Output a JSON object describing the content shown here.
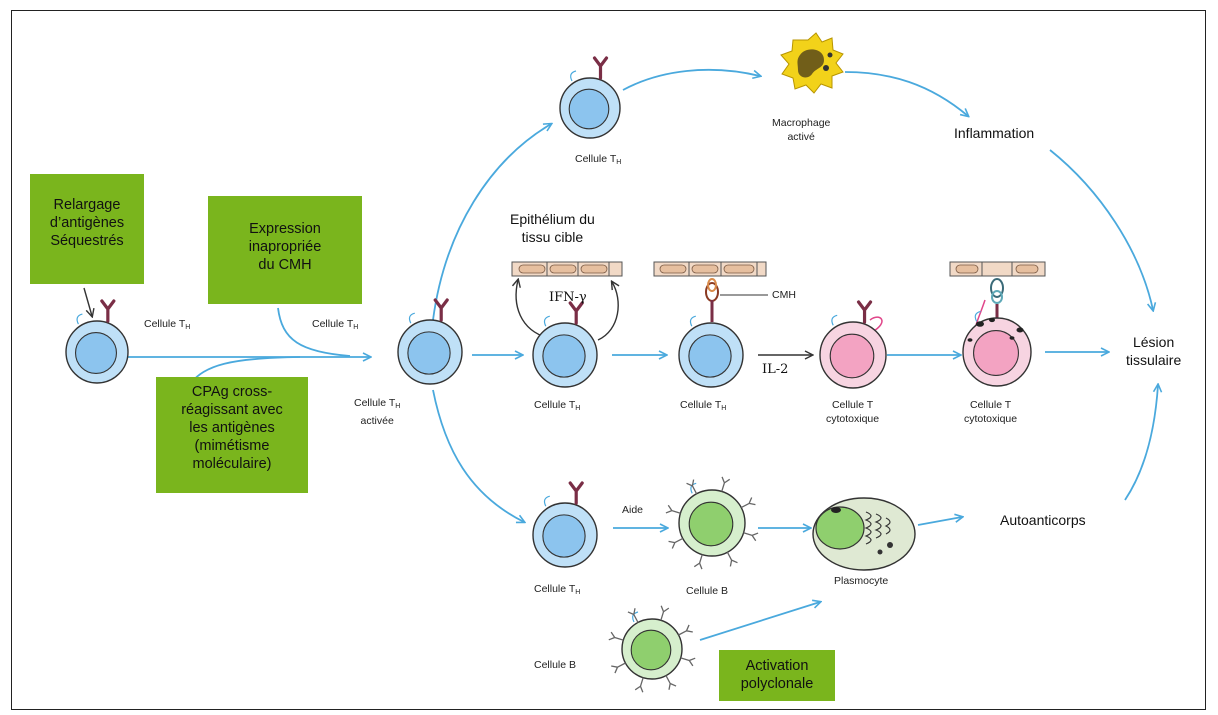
{
  "boxes": {
    "relargage": [
      "Relargage",
      "d’antigènes",
      "Séquestrés"
    ],
    "expression": [
      "Expression",
      "inapropriée",
      "du CMH"
    ],
    "cpag": [
      "CPAg cross-",
      "réagissant avec",
      "les antigènes",
      "(mimétisme",
      "moléculaire)"
    ],
    "activation": [
      "Activation",
      "polyclonale"
    ]
  },
  "labels": {
    "cellule": "Cellule T",
    "sub_h": "H",
    "activee": "activée",
    "cellule_t": "Cellule T",
    "cytotoxique": "cytotoxique",
    "cellule_b": "Cellule B",
    "macrophage": [
      "Macrophage",
      "activé"
    ],
    "plasmocyte": "Plasmocyte",
    "aide": "Aide",
    "cmh": "CMH",
    "il2": "IL-2",
    "ifn": "IFN-γ",
    "epithelium": [
      "Epithélium du",
      "tissu cible"
    ],
    "inflammation": "Inflammation",
    "autoanticorps": "Autoanticorps",
    "lesion": [
      "Lésion",
      "tissulaire"
    ]
  },
  "colors": {
    "arrow": "#4aa9dd",
    "box_green": "#7ab51d",
    "th_fill": "#bfe0f7",
    "th_nucleus": "#8cc4ee",
    "tc_fill": "#f7d4e1",
    "tc_nucleus": "#f3a3c2",
    "b_fill": "#d6efcd",
    "b_nucleus": "#8fcf6e",
    "macrophage": "#f2d21a",
    "receptor": "#7a2e46",
    "epithelium": "#f1d9c6"
  }
}
